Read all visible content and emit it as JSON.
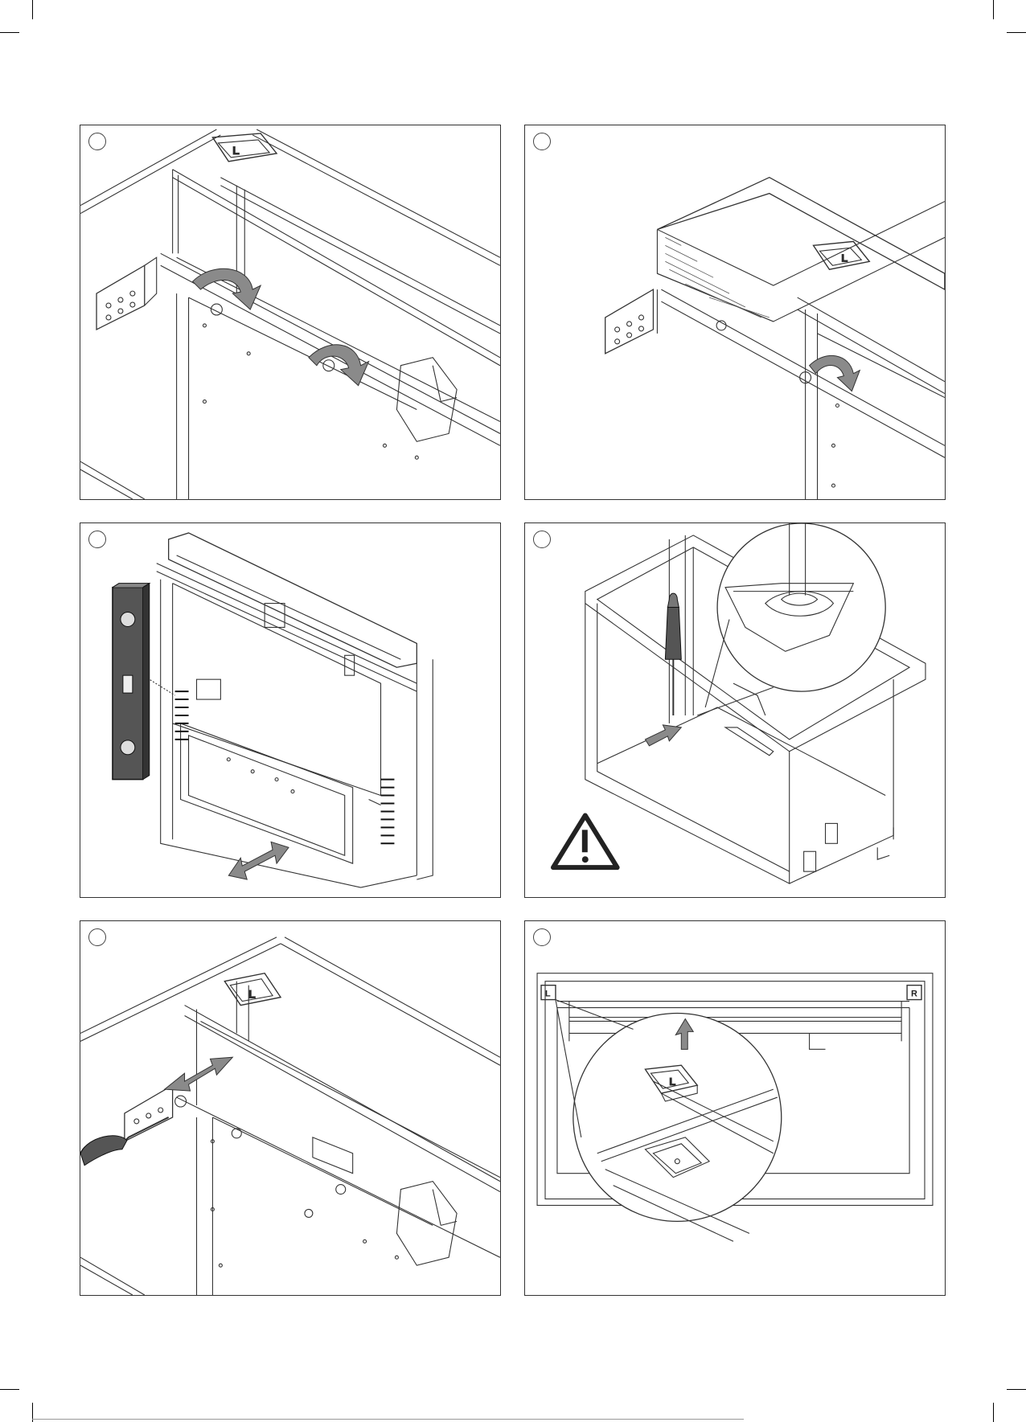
{
  "page": {
    "footer_code": ""
  },
  "panels": [
    {
      "id": "step-1"
    },
    {
      "id": "step-2"
    },
    {
      "id": "step-3"
    },
    {
      "id": "step-4"
    },
    {
      "id": "step-5"
    },
    {
      "id": "step-6"
    }
  ],
  "labels": {
    "left_corner": "L",
    "right_corner": "R"
  },
  "colors": {
    "line": "#333333",
    "arrow_fill": "#8a8a8a",
    "level_body": "#555555",
    "panel_border": "#333333"
  },
  "icons": [
    "warning-triangle-icon",
    "screwdriver-icon",
    "spirit-level-icon",
    "rotate-arrow-icon",
    "double-arrow-icon",
    "up-arrow-icon"
  ]
}
